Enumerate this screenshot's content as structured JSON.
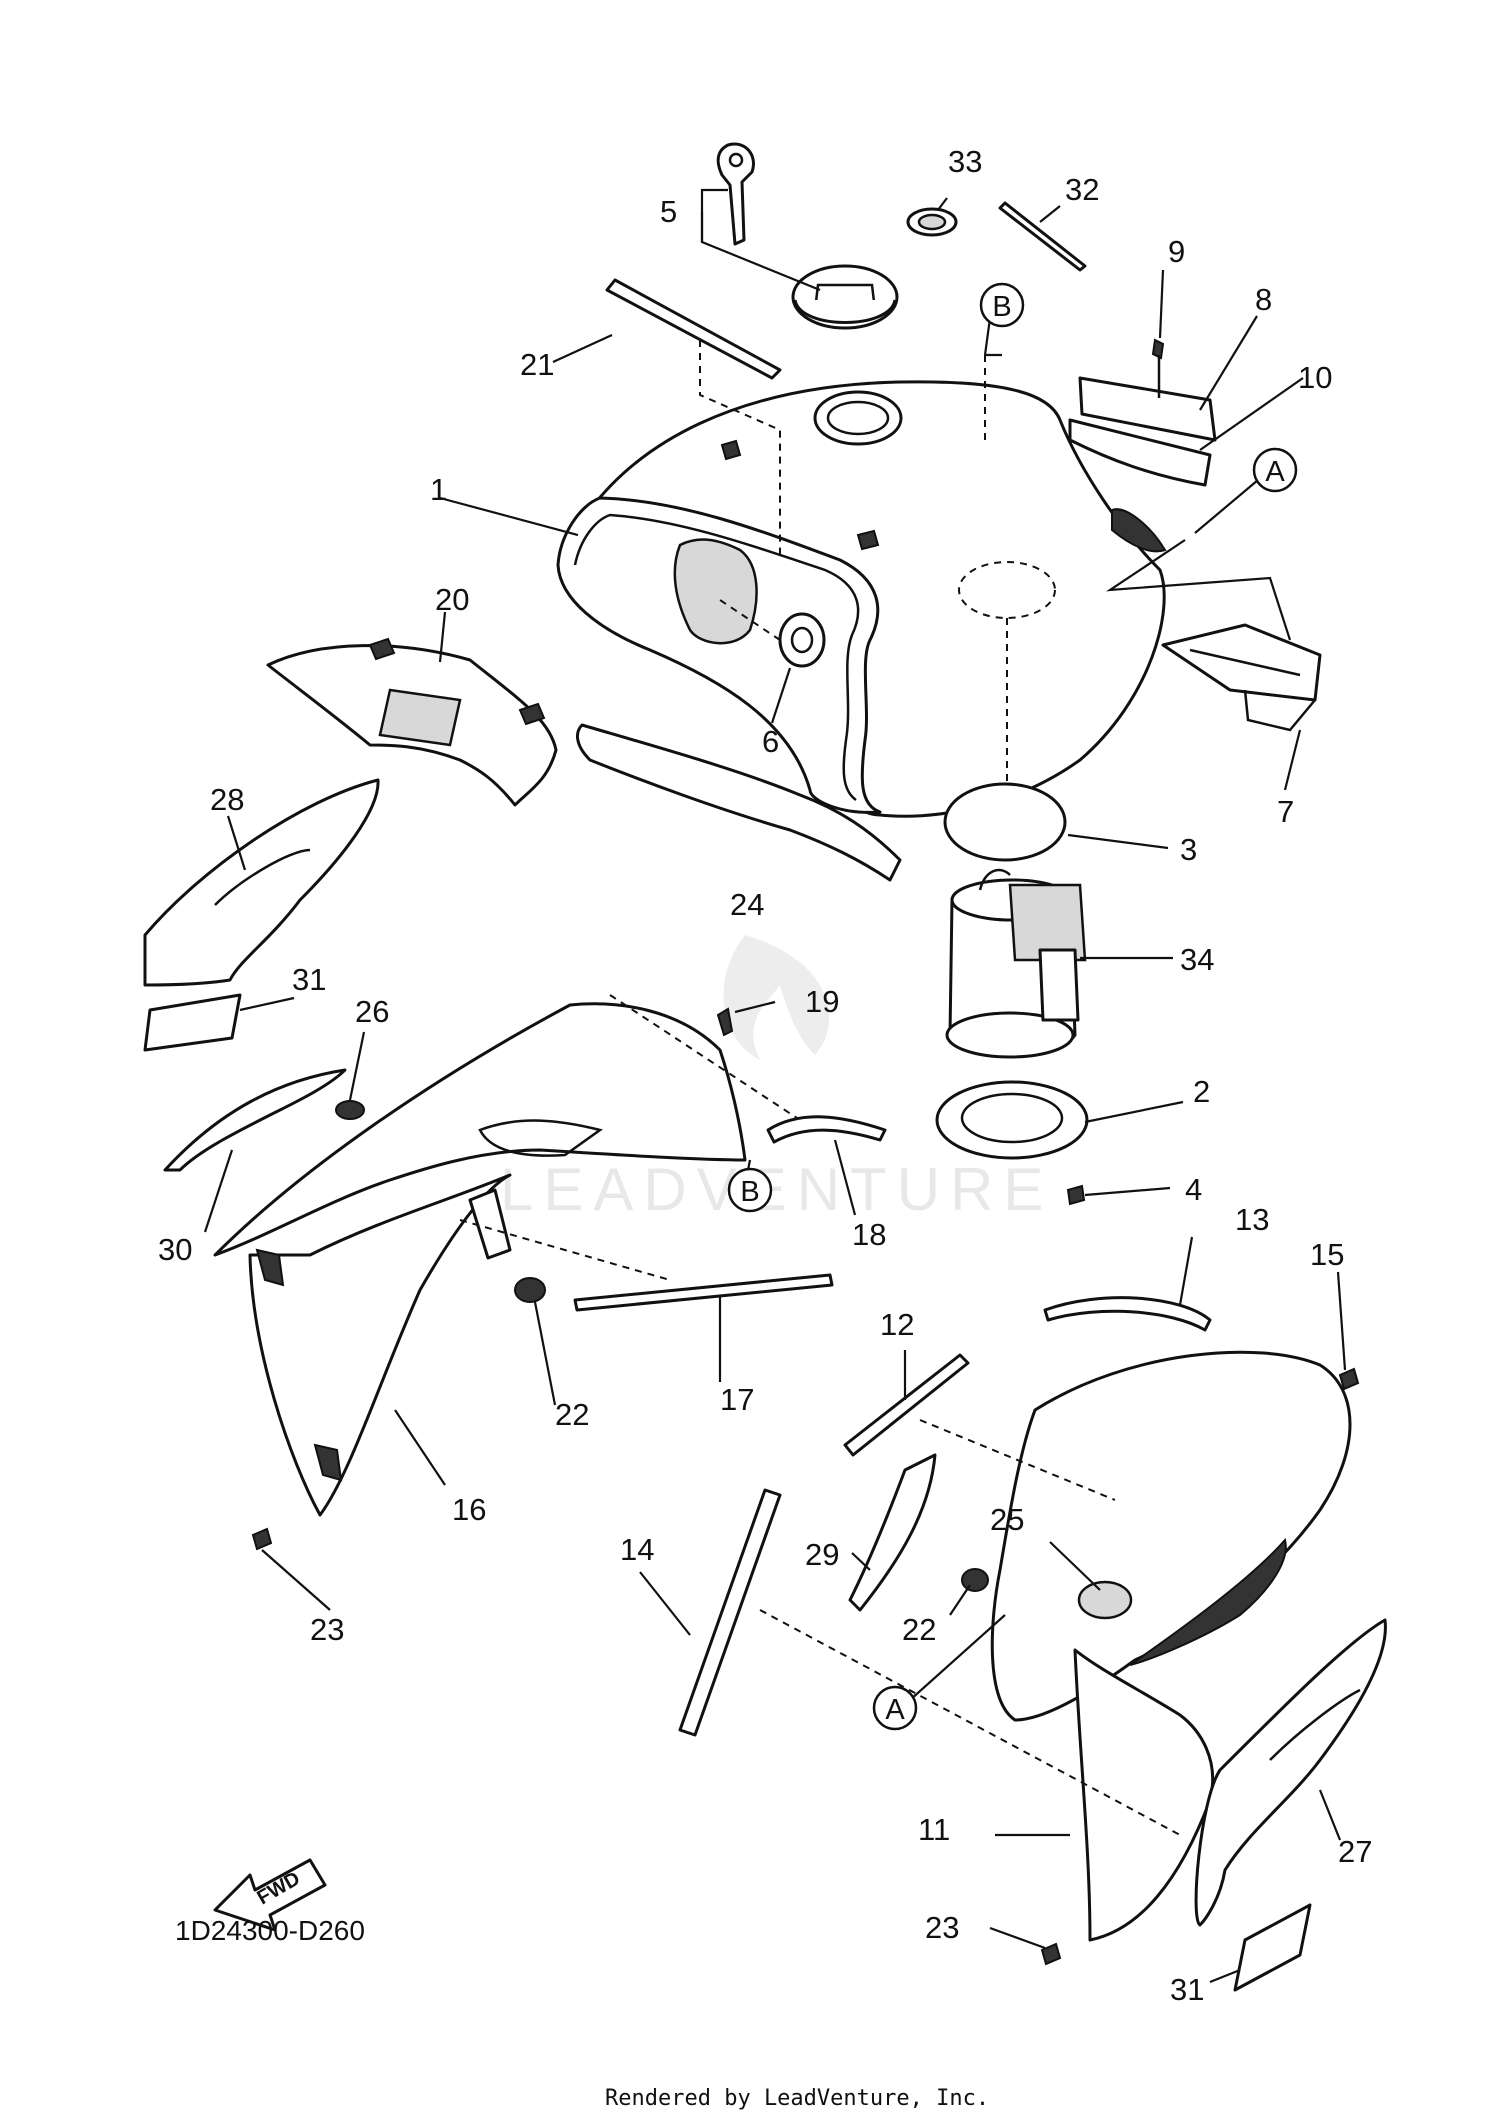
{
  "diagram": {
    "document_code": "1D24300-D260",
    "footer": "Rendered by LeadVenture, Inc.",
    "watermark": "LEADVENTURE",
    "fwd_label": "FWD",
    "reference_markers": [
      "A",
      "B"
    ],
    "callouts": [
      "1",
      "2",
      "3",
      "4",
      "5",
      "6",
      "7",
      "8",
      "9",
      "10",
      "11",
      "12",
      "13",
      "14",
      "15",
      "16",
      "17",
      "18",
      "19",
      "20",
      "21",
      "22",
      "23",
      "24",
      "25",
      "26",
      "27",
      "28",
      "29",
      "30",
      "31",
      "32",
      "33",
      "34"
    ]
  }
}
